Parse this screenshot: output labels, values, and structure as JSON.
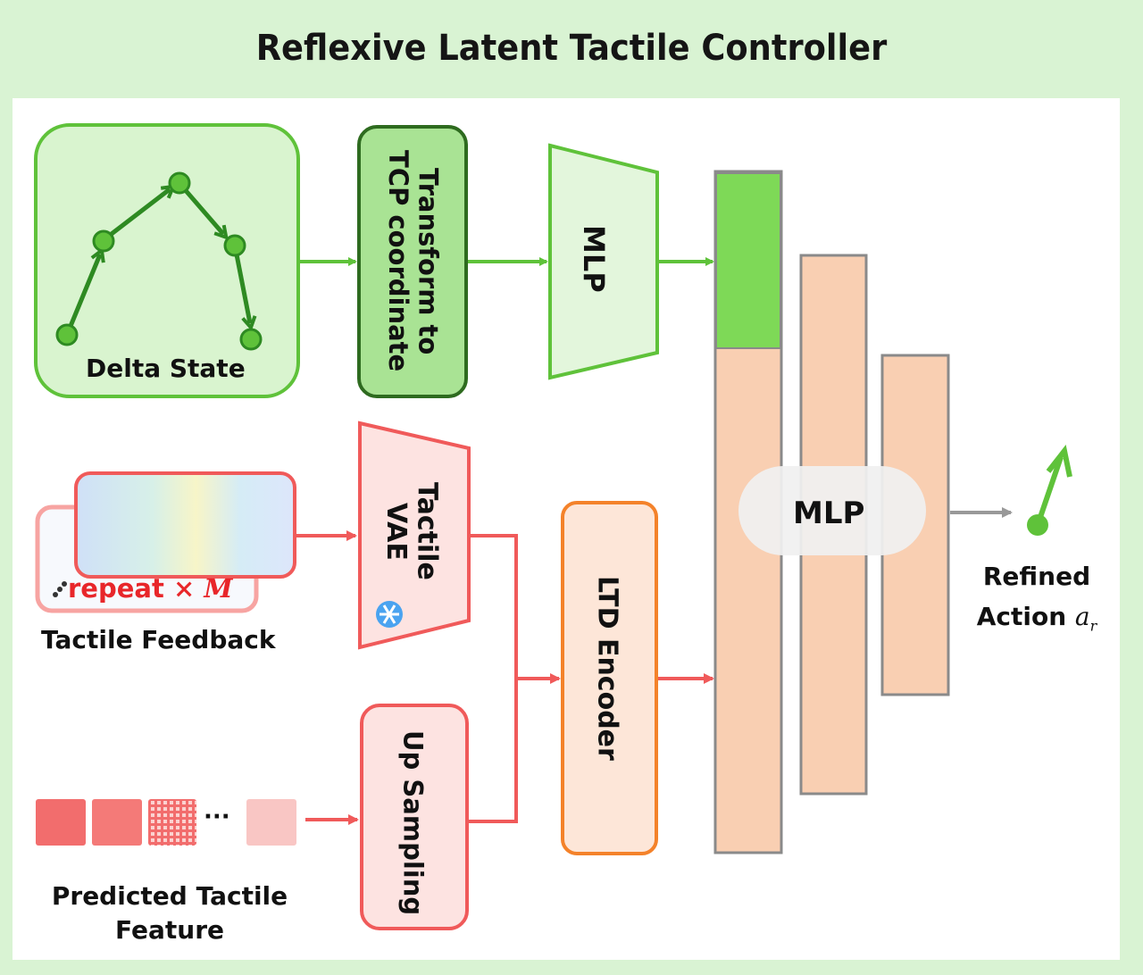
{
  "title": "Reflexive Latent Tactile Controller",
  "colors": {
    "frame_bg": "#d9f3d3",
    "green_fill": "#d7f3cd",
    "green_stroke": "#5fc23a",
    "dark_green_stroke": "#2e7d20",
    "green_block": "#7ed957",
    "red_stroke": "#f05a5a",
    "red_fill": "#fde3e1",
    "orange_stroke": "#f4822a",
    "peach_fill": "#f9cfb2",
    "gray_stroke": "#8a8a8a"
  },
  "nodes": {
    "delta_state": {
      "label": "Delta State",
      "icon": "trajectory-icon"
    },
    "transform": {
      "label_line1": "Transform to",
      "label_line2": "TCP coordinate"
    },
    "mlp_top": {
      "label": "MLP"
    },
    "tactile_feedback": {
      "label": "Tactile Feedback",
      "repeat_label": "repeat",
      "repeat_times": "× M"
    },
    "tactile_vae": {
      "label_line1": "Tactile",
      "label_line2": "VAE",
      "icon": "snowflake-icon"
    },
    "predicted_feature": {
      "label_line1": "Predicted Tactile",
      "label_line2": "Feature",
      "ellipsis": "···"
    },
    "up_sampling": {
      "label": "Up Sampling"
    },
    "ltd_encoder": {
      "label": "LTD Encoder"
    },
    "mlp_stack": {
      "label": "MLP"
    },
    "refined_action": {
      "label_line1": "Refined",
      "label_line2": "Action",
      "symbol": "a",
      "subscript": "r"
    }
  },
  "edges": [
    {
      "from": "delta_state",
      "to": "transform",
      "color": "green"
    },
    {
      "from": "transform",
      "to": "mlp_top",
      "color": "green"
    },
    {
      "from": "mlp_top",
      "to": "mlp_stack",
      "color": "green"
    },
    {
      "from": "tactile_feedback",
      "to": "tactile_vae",
      "color": "red"
    },
    {
      "from": "predicted_feature",
      "to": "up_sampling",
      "color": "red"
    },
    {
      "from": "tactile_vae",
      "to": "ltd_encoder",
      "color": "red"
    },
    {
      "from": "up_sampling",
      "to": "ltd_encoder",
      "color": "red"
    },
    {
      "from": "ltd_encoder",
      "to": "mlp_stack",
      "color": "red"
    },
    {
      "from": "mlp_stack",
      "to": "refined_action",
      "color": "gray"
    }
  ]
}
